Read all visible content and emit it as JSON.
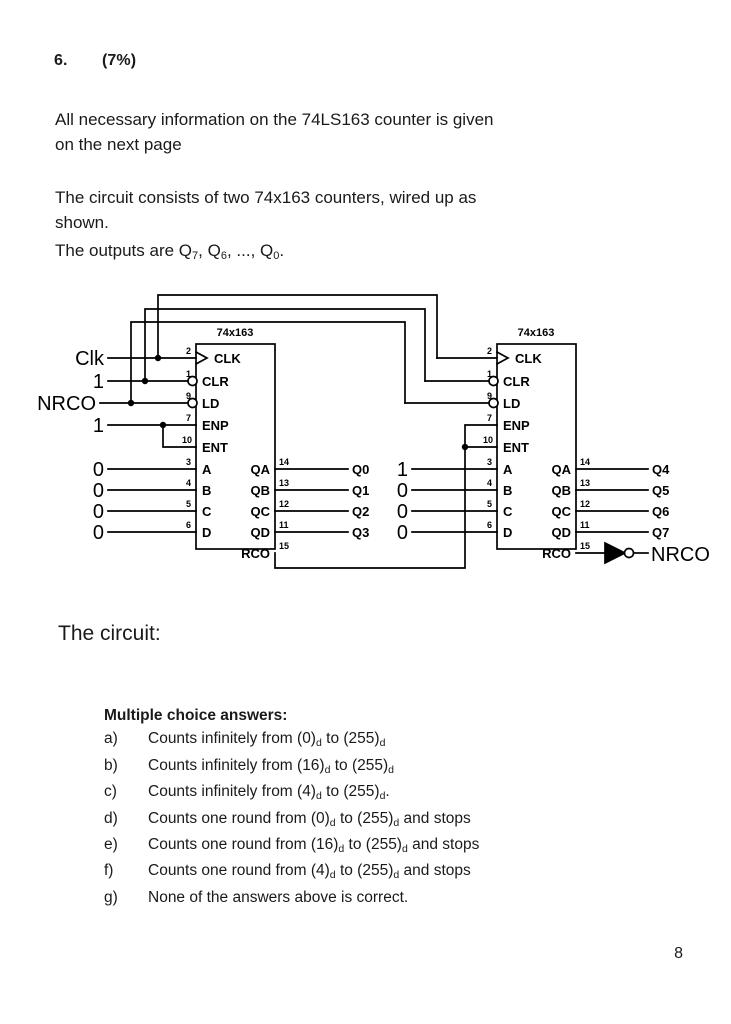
{
  "question": {
    "number": "6.",
    "points": "(7%)"
  },
  "paragraphs": {
    "p1_line1": "All necessary information on the 74LS163 counter is given",
    "p1_line2": "on the next page",
    "p2_line1": "The circuit consists of two 74x163 counters, wired up as",
    "p2_line2": "shown.",
    "p3_prefix": "The outputs are Q",
    "p3_sub1": "7",
    "p3_mid1": ", Q",
    "p3_sub2": "6",
    "p3_mid2": ", ..., Q",
    "p3_sub3": "0",
    "p3_suffix": "."
  },
  "circuit": {
    "chip_left": {
      "part_label": "74x163",
      "input_pins": [
        {
          "pin": "2",
          "name": "CLK"
        },
        {
          "pin": "1",
          "name": "CLR"
        },
        {
          "pin": "9",
          "name": "LD"
        },
        {
          "pin": "7",
          "name": "ENP"
        },
        {
          "pin": "10",
          "name": "ENT"
        },
        {
          "pin": "3",
          "name": "A"
        },
        {
          "pin": "4",
          "name": "B"
        },
        {
          "pin": "5",
          "name": "C"
        },
        {
          "pin": "6",
          "name": "D"
        }
      ],
      "output_pins": [
        {
          "pin": "14",
          "name": "QA",
          "signal": "Q0"
        },
        {
          "pin": "13",
          "name": "QB",
          "signal": "Q1"
        },
        {
          "pin": "12",
          "name": "QC",
          "signal": "Q2"
        },
        {
          "pin": "11",
          "name": "QD",
          "signal": "Q3"
        },
        {
          "pin": "15",
          "name": "RCO",
          "signal": ""
        }
      ],
      "input_signals": [
        "Clk",
        "1",
        "NRCO",
        "1",
        "0",
        "0",
        "0",
        "0"
      ]
    },
    "chip_right": {
      "part_label": "74x163",
      "input_pins": [
        {
          "pin": "2",
          "name": "CLK"
        },
        {
          "pin": "1",
          "name": "CLR"
        },
        {
          "pin": "9",
          "name": "LD"
        },
        {
          "pin": "7",
          "name": "ENP"
        },
        {
          "pin": "10",
          "name": "ENT"
        },
        {
          "pin": "3",
          "name": "A"
        },
        {
          "pin": "4",
          "name": "B"
        },
        {
          "pin": "5",
          "name": "C"
        },
        {
          "pin": "6",
          "name": "D"
        }
      ],
      "output_pins": [
        {
          "pin": "14",
          "name": "QA",
          "signal": "Q4"
        },
        {
          "pin": "13",
          "name": "QB",
          "signal": "Q5"
        },
        {
          "pin": "12",
          "name": "QC",
          "signal": "Q6"
        },
        {
          "pin": "11",
          "name": "QD",
          "signal": "Q7"
        },
        {
          "pin": "15",
          "name": "RCO",
          "signal": ""
        }
      ],
      "data_signals": [
        "1",
        "0",
        "0",
        "0"
      ]
    },
    "inverter_output": "NRCO",
    "line_color": "#000000"
  },
  "circuit_caption": "The circuit:",
  "multiple_choice": {
    "title": "Multiple choice answers:",
    "options": [
      {
        "key": "a)",
        "text": "Counts infinitely from (0)",
        "s1": "d",
        "mid": " to (255)",
        "s2": "d",
        "tail": ""
      },
      {
        "key": "b)",
        "text": "Counts infinitely from (16)",
        "s1": "d",
        "mid": " to (255)",
        "s2": "d",
        "tail": ""
      },
      {
        "key": "c)",
        "text": "Counts infinitely from (4)",
        "s1": "d",
        "mid": " to (255)",
        "s2": "d",
        "tail": "."
      },
      {
        "key": "d)",
        "text": "Counts one round from (0)",
        "s1": "d",
        "mid": " to (255)",
        "s2": "d",
        "tail": " and stops"
      },
      {
        "key": "e)",
        "text": "Counts one round from (16)",
        "s1": "d",
        "mid": " to (255)",
        "s2": "d",
        "tail": " and stops"
      },
      {
        "key": "f)",
        "text": "Counts one round from (4)",
        "s1": "d",
        "mid": " to (255)",
        "s2": "d",
        "tail": " and stops"
      },
      {
        "key": "g)",
        "text": "None of the answers above is correct.",
        "s1": "",
        "mid": "",
        "s2": "",
        "tail": ""
      }
    ]
  },
  "page_number": "8"
}
